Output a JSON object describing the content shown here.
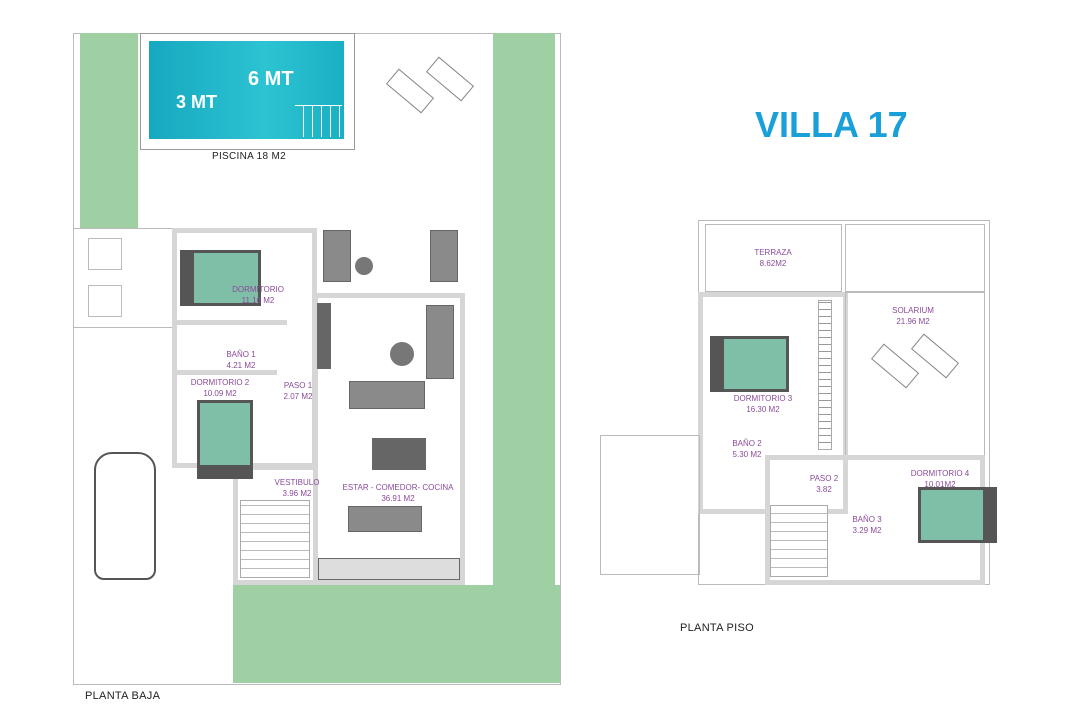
{
  "title": "VILLA 17",
  "colors": {
    "title": "#1aa0d8",
    "pool": "#1ab0c4",
    "garden": "#9fd0a4",
    "labels": "#8a4a9a"
  },
  "ground": {
    "caption": "PLANTA BAJA",
    "pool": {
      "length": "6 MT",
      "width": "3 MT",
      "label": "PISCINA 18 M2"
    },
    "rooms": [
      {
        "name": "DORMITORIO",
        "area": "11.16 M2"
      },
      {
        "name": "BAÑO 1",
        "area": "4.21 M2"
      },
      {
        "name": "DORMITORIO 2",
        "area": "10.09 M2"
      },
      {
        "name": "PASO 1",
        "area": "2.07 M2"
      },
      {
        "name": "VESTIBULO",
        "area": "3.96 M2"
      },
      {
        "name": "ESTAR - COMEDOR- COCINA",
        "area": "36.91 M2"
      }
    ]
  },
  "upper": {
    "caption": "PLANTA PISO",
    "rooms": [
      {
        "name": "TERRAZA",
        "area": "8.62M2"
      },
      {
        "name": "SOLARIUM",
        "area": "21.96 M2"
      },
      {
        "name": "DORMITORIO 3",
        "area": "16.30 M2"
      },
      {
        "name": "BAÑO 2",
        "area": "5.30 M2"
      },
      {
        "name": "PASO 2",
        "area": "3.82"
      },
      {
        "name": "DORMITORIO 4",
        "area": "10.01M2"
      },
      {
        "name": "BAÑO 3",
        "area": "3.29 M2"
      }
    ]
  }
}
